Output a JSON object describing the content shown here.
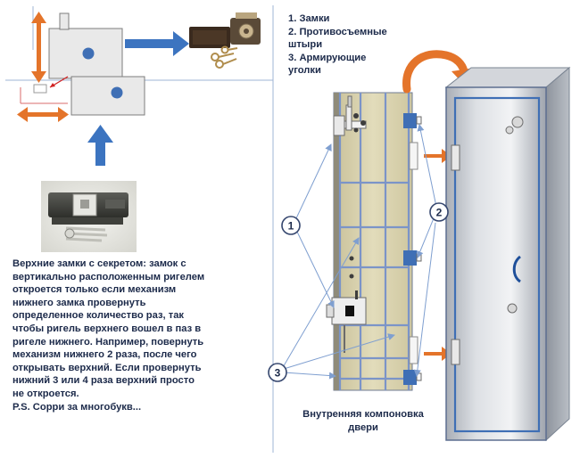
{
  "legend": {
    "items": [
      "1. Замки",
      "2. Противосъемные",
      "штыри",
      "3. Армирующие",
      "уголки"
    ]
  },
  "description": {
    "lines": [
      "Верхние замки с секретом: замок с",
      "вертикально расположенным ригелем",
      "откроется только если механизм",
      "нижнего замка провернуть",
      "определенное количество раз, так",
      "чтобы ригель верхнего вошел в паз  в",
      "ригеле нижнего. Например, повернуть",
      "механизм нижнего 2 раза, после чего",
      "открывать верхний. Если провернуть",
      "нижний 3 или 4 раза верхний просто",
      "не откроется.",
      "P.S. Сорри за многобукв..."
    ]
  },
  "caption": {
    "lines": [
      "Внутренняя  компоновка",
      "двери"
    ]
  },
  "callouts": {
    "one": "1",
    "two": "2",
    "three": "3"
  },
  "colors": {
    "navy_text": "#1c2a4a",
    "lock_blue": "#3f6fb5",
    "arrow_orange": "#e4742a",
    "arrow_blue": "#3c74c0",
    "door_panel": "#d7cfa8",
    "cabinet_steel": "#c8ccd2",
    "divider_line": "#9fb4d6"
  }
}
